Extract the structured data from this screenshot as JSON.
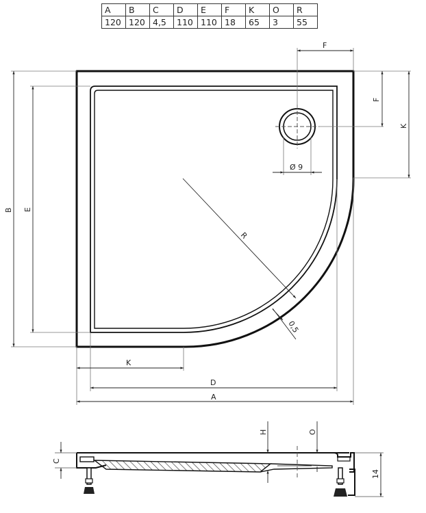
{
  "table": {
    "headers": [
      "A",
      "B",
      "C",
      "D",
      "E",
      "F",
      "K",
      "O",
      "R"
    ],
    "values": [
      "120",
      "120",
      "4,5",
      "110",
      "110",
      "18",
      "65",
      "3",
      "55"
    ]
  },
  "plan_view": {
    "labels": {
      "A": "A",
      "B": "B",
      "D": "D",
      "E": "E",
      "F_top": "F",
      "F_side": "F",
      "K_side": "K",
      "K_bottom": "K",
      "R": "R",
      "drain_dia": "Ø 9",
      "rim": "0,5"
    }
  },
  "section_view": {
    "labels": {
      "C": "C",
      "H": "H",
      "O": "O",
      "height": "14"
    }
  }
}
